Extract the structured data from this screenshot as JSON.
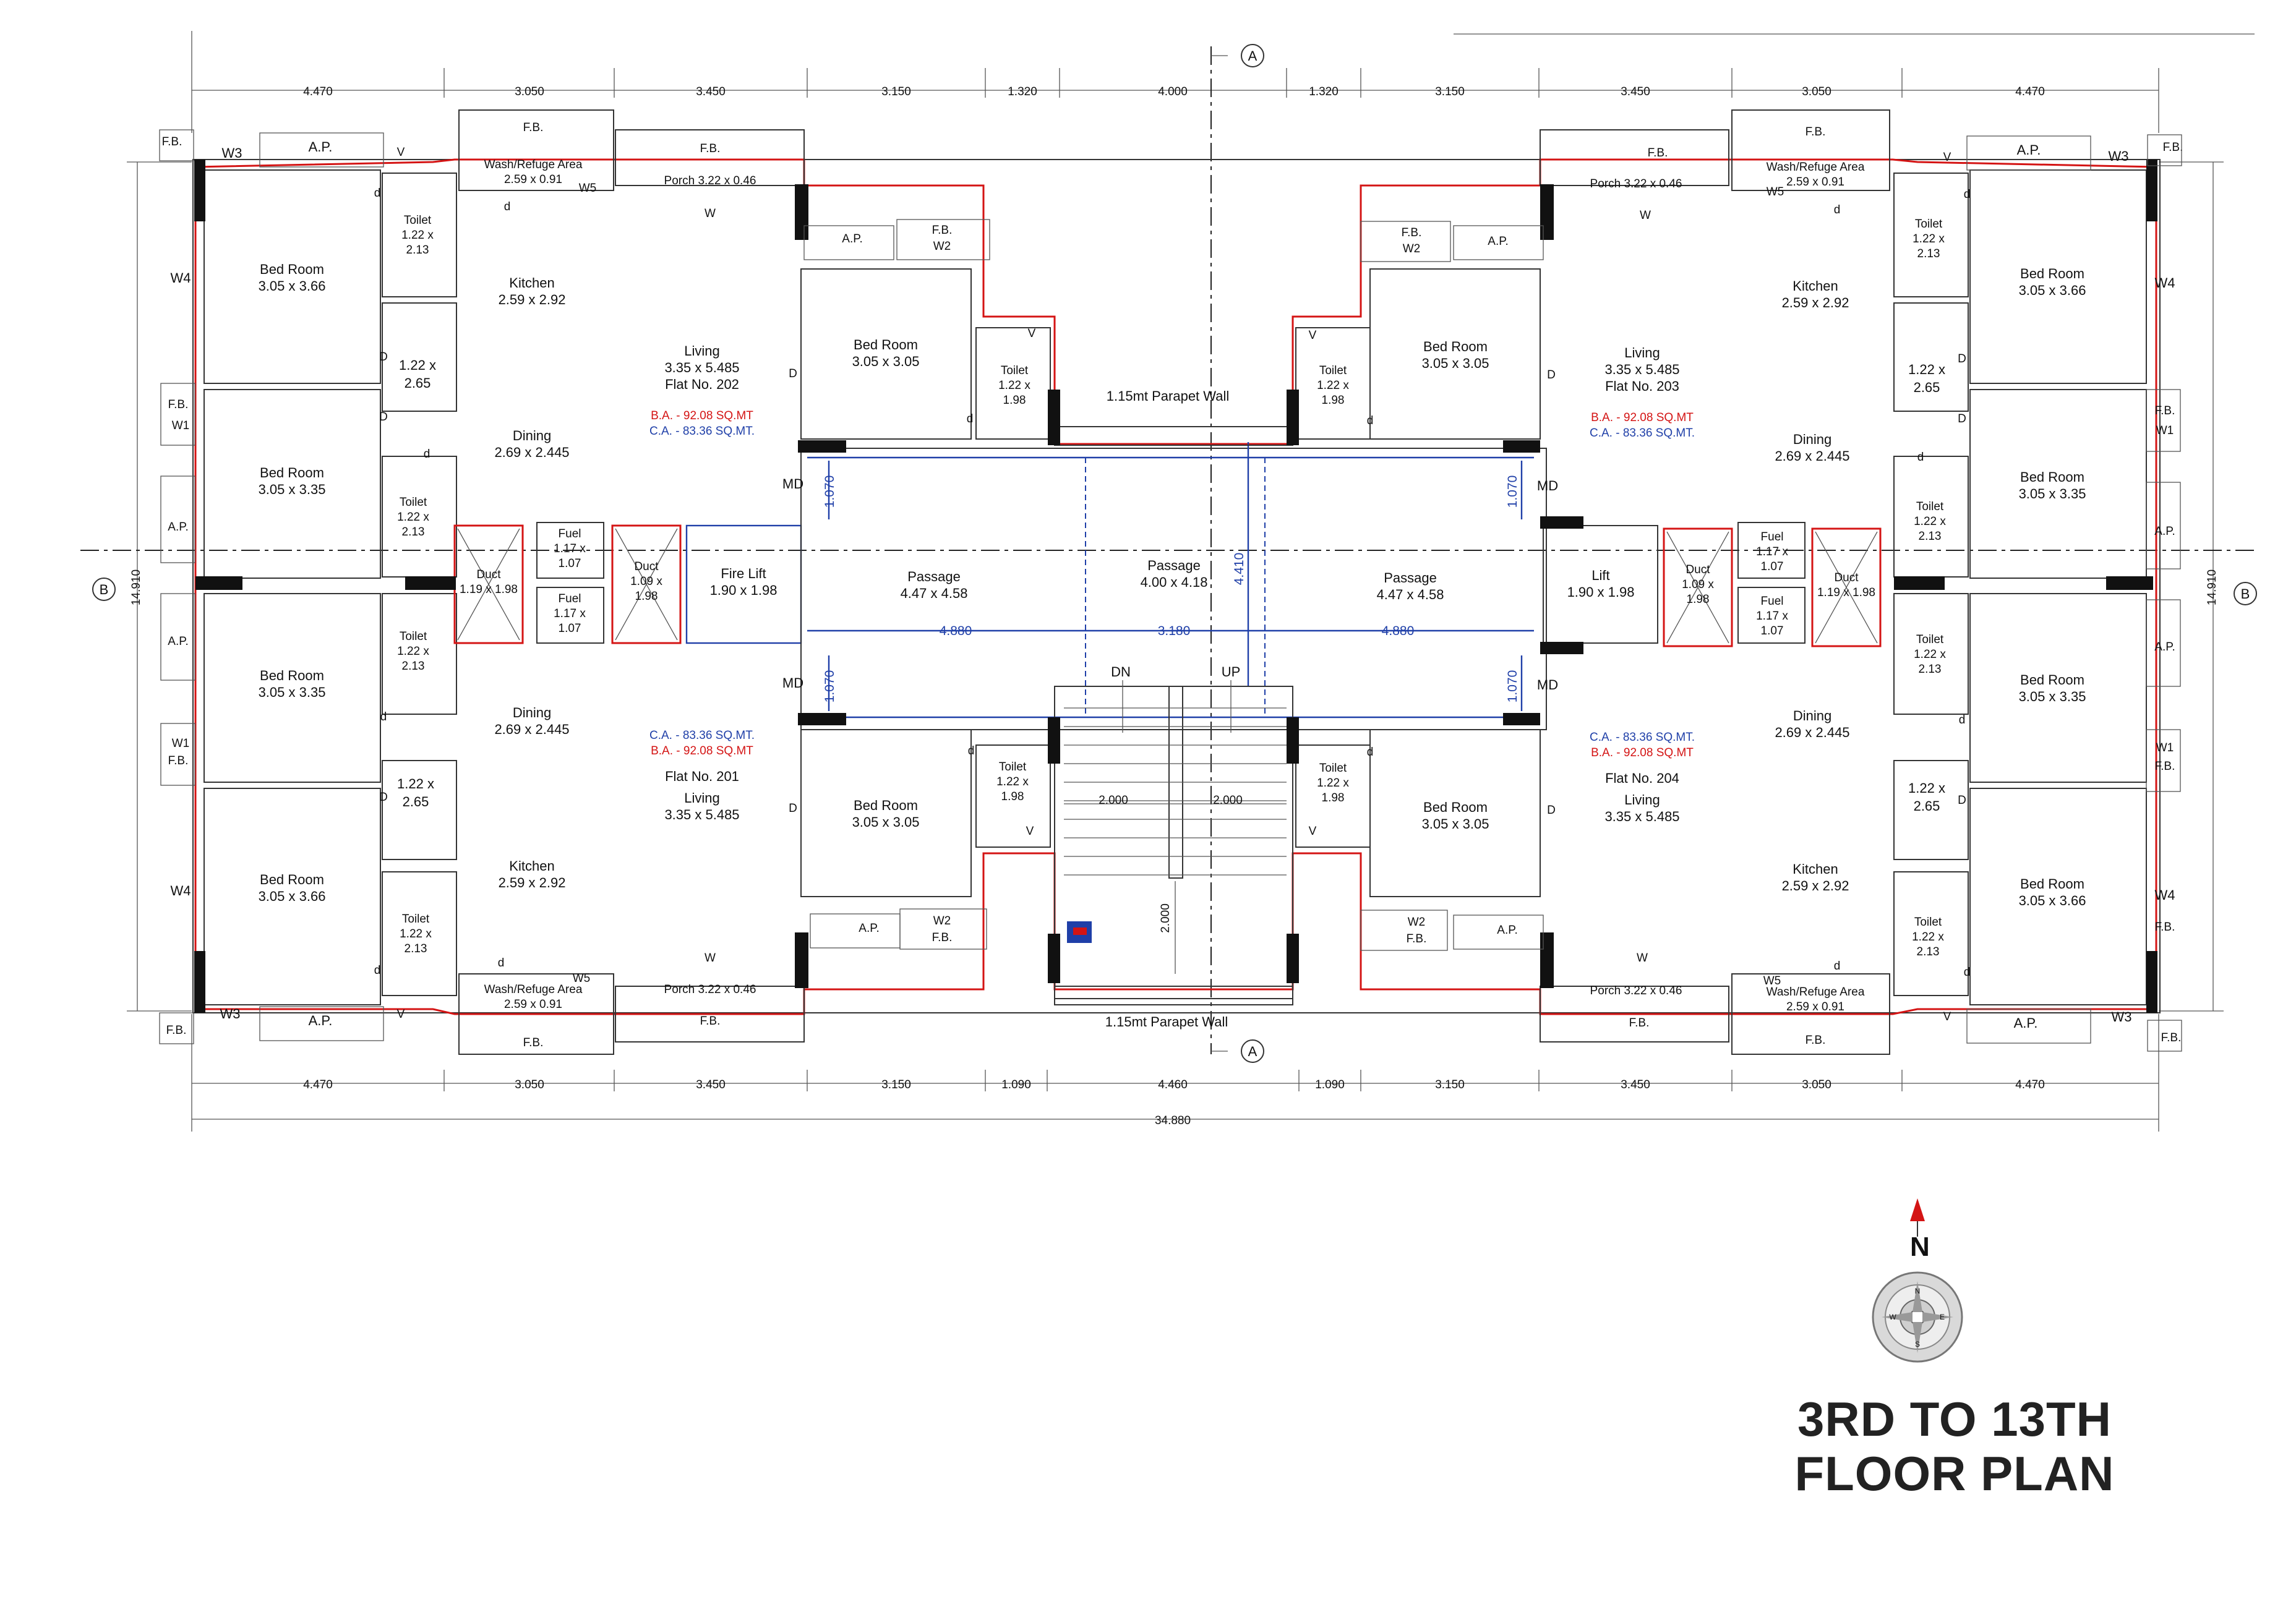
{
  "colors": {
    "wall": "#111111",
    "outline": "#d41414",
    "dimension_blue": "#1f3fa8",
    "line": "#222222"
  },
  "flats": {
    "f202": {
      "name": "Flat No. 202",
      "ba": "B.A. - 92.08 SQ.MT",
      "ca": "C.A. - 83.36 SQ.MT."
    },
    "f203": {
      "name": "Flat No. 203",
      "ba": "B.A. - 92.08 SQ.MT",
      "ca": "C.A. - 83.36 SQ.MT."
    },
    "f201": {
      "name": "Flat No. 201",
      "ba": "B.A. - 92.08 SQ.MT",
      "ca": "C.A. - 83.36 SQ.MT."
    },
    "f204": {
      "name": "Flat No. 204",
      "ba": "B.A. - 92.08 SQ.MT",
      "ca": "C.A. - 83.36 SQ.MT."
    }
  },
  "rooms": {
    "bedroom": "Bed Room",
    "bed_big": "3.05 x 3.66",
    "bed_mid": "3.05 x 3.35",
    "bed_small": "3.05 x 3.05",
    "kitchen": "Kitchen",
    "kitchen_size": "2.59 x 2.92",
    "living": "Living",
    "living_size": "3.35 x 5.485",
    "dining": "Dining",
    "dining_size": "2.69 x 2.445",
    "toilet": "Toilet",
    "toilet_a": "1.22 x",
    "toilet_b": "2.13",
    "toilet_c": "1.98",
    "store_a": "1.22 x",
    "store_b": "2.65",
    "wash": "Wash/Refuge Area",
    "wash_size": "2.59 x 0.91",
    "porch": "Porch 3.22 x 0.46",
    "duct": "Duct",
    "duct_big": "1.19 x 1.98",
    "duct_small_a": "1.09 x",
    "duct_small_b": "1.98",
    "fuel": "Fuel",
    "fuel_a": "1.17 x",
    "fuel_b": "1.07",
    "fire_lift": "Fire Lift",
    "lift": "Lift",
    "lift_size": "1.90 x 1.98",
    "passage": "Passage",
    "passage_side": "4.47 x 4.58",
    "passage_mid": "4.00 x 4.18",
    "parapet": "1.15mt Parapet Wall",
    "dn": "DN",
    "up": "UP"
  },
  "tags": {
    "fb": "F.B.",
    "ap": "A.P.",
    "w1": "W1",
    "w2": "W2",
    "w3": "W3",
    "w4": "W4",
    "w5": "W5",
    "v": "V",
    "d": "d",
    "D": "D",
    "W": "W",
    "md": "MD",
    "a": "A",
    "b": "B"
  },
  "dims": {
    "top": [
      "4.470",
      "3.050",
      "3.450",
      "3.150",
      "1.320",
      "4.000",
      "1.320",
      "3.150",
      "3.450",
      "3.050",
      "4.470"
    ],
    "bottom": [
      "4.470",
      "3.050",
      "3.450",
      "3.150",
      "1.090",
      "4.460",
      "1.090",
      "3.150",
      "3.450",
      "3.050",
      "4.470"
    ],
    "total": "34.880",
    "depth": "14.910",
    "passage_w": [
      "4.880",
      "3.180",
      "4.880"
    ],
    "md_h": "1.070",
    "mid_h": "4.410",
    "stair_w": "2.000",
    "stair_h": "2.000"
  },
  "title": {
    "line1": "3RD TO 13TH",
    "line2": "FLOOR PLAN"
  },
  "north": {
    "label": "N",
    "rose_letters": [
      "N",
      "E",
      "S",
      "W"
    ]
  }
}
